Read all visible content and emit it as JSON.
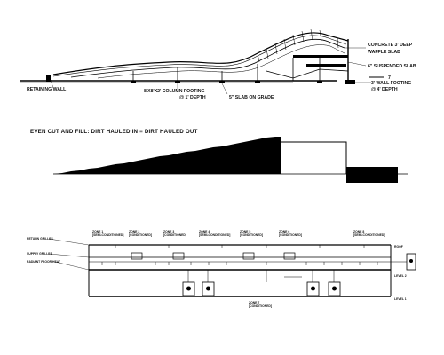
{
  "section": {
    "labels": {
      "retaining_wall": "RETAINING WALL",
      "column_footing": "8'X8'X2' COLUMN FOOTING",
      "column_footing_depth": "@ 1' DEPTH",
      "slab_on_grade": "5\" SLAB ON GRADE",
      "waffle_slab_1": "CONCRETE 3' DEEP",
      "waffle_slab_2": "WAFFLE SLAB",
      "suspended_slab": "6\" SUSPENDED SLAB",
      "wall_footing_1": "3' WALL FOOTING",
      "wall_footing_2": "@ 4' DEPTH",
      "gridline": "7"
    }
  },
  "cut_fill": {
    "title": "EVEN CUT AND FILL: DIRT HAULED IN = DIRT HAULED OUT"
  },
  "hvac": {
    "left_labels": {
      "return_grilles": "RETURN GRILLES",
      "supply_grilles": "SUPPLY GRILLES",
      "radiant": "RADIANT FLOOR HEAT"
    },
    "zones": [
      {
        "name": "ZONE 1",
        "type": "[SEMI-CONDITIONED]"
      },
      {
        "name": "ZONE 2",
        "type": "[CONDITIONED]"
      },
      {
        "name": "ZONE 3",
        "type": "[CONDITIONED]"
      },
      {
        "name": "ZONE 4",
        "type": "[SEMI-CONDITIONED]"
      },
      {
        "name": "ZONE 5",
        "type": "[CONDITIONED]"
      },
      {
        "name": "ZONE 6",
        "type": "[CONDITIONED]"
      },
      {
        "name": "ZONE 8",
        "type": "[SEMI-CONDITIONED]"
      }
    ],
    "zone7": {
      "name": "ZONE 7",
      "type": "[CONDITIONED]"
    },
    "levels": {
      "roof": "ROOF",
      "level2": "LEVEL 2",
      "level1": "LEVEL 1"
    }
  }
}
